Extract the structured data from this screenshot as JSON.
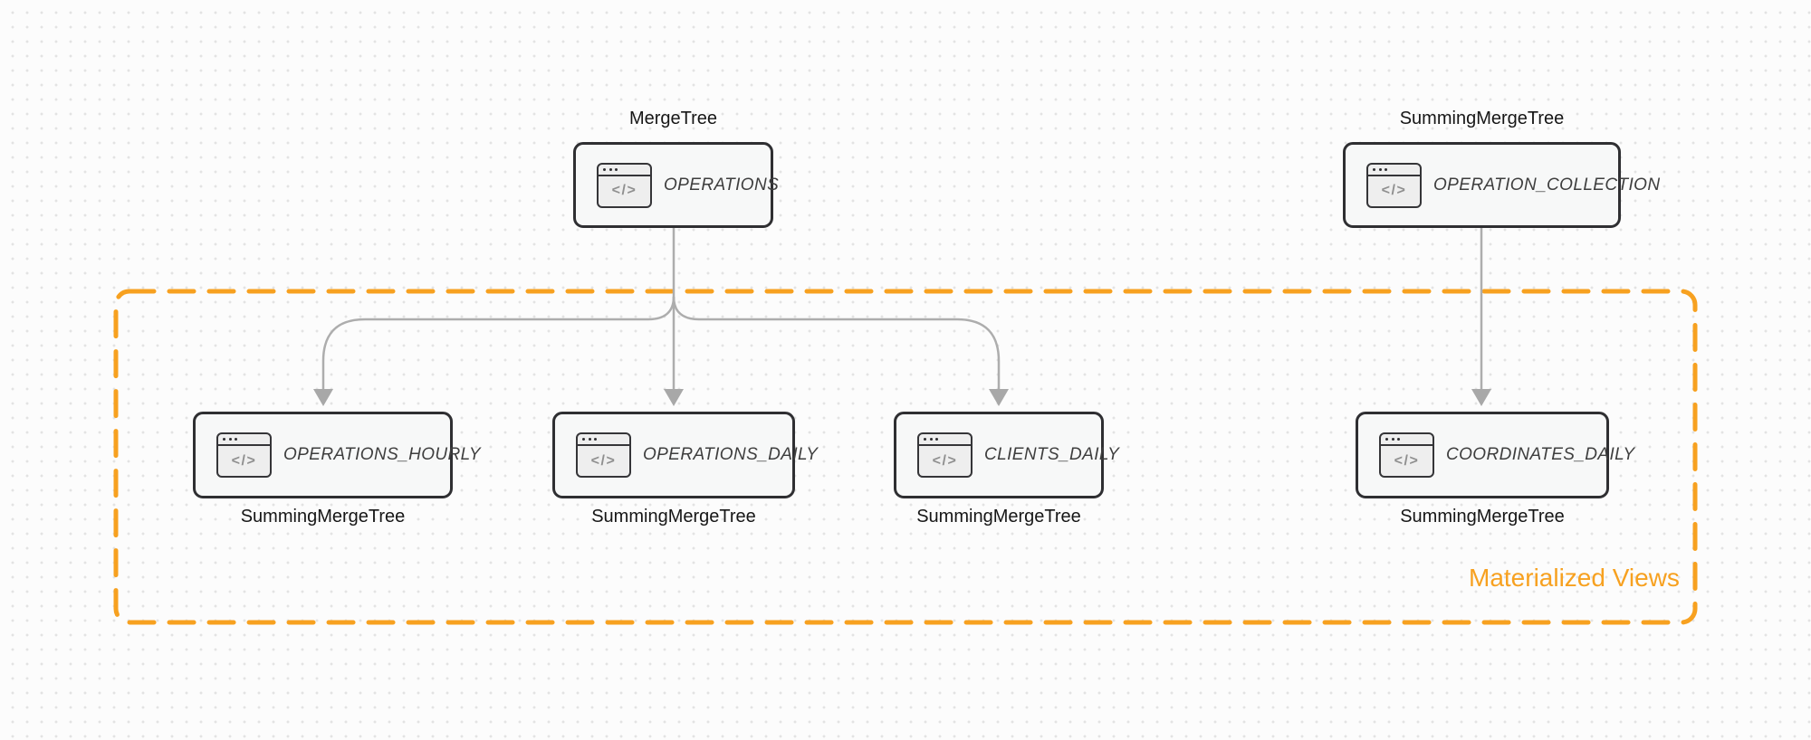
{
  "icon_glyph": "</>",
  "nodes": {
    "operations": {
      "table": "OPERATIONS",
      "engine": "MergeTree"
    },
    "operation_collection": {
      "table": "OPERATION_COLLECTION",
      "engine": "SummingMergeTree"
    },
    "operations_hourly": {
      "table": "OPERATIONS_HOURLY",
      "engine": "SummingMergeTree"
    },
    "operations_daily": {
      "table": "OPERATIONS_DAILY",
      "engine": "SummingMergeTree"
    },
    "clients_daily": {
      "table": "CLIENTS_DAILY",
      "engine": "SummingMergeTree"
    },
    "coordinates_daily": {
      "table": "COORDINATES_DAILY",
      "engine": "SummingMergeTree"
    }
  },
  "group": {
    "label": "Materialized Views",
    "border_color": "#f7a120"
  },
  "edges": [
    {
      "from": "operations",
      "to": "operations_hourly"
    },
    {
      "from": "operations",
      "to": "operations_daily"
    },
    {
      "from": "operations",
      "to": "clients_daily"
    },
    {
      "from": "operation_collection",
      "to": "coordinates_daily"
    }
  ],
  "colors": {
    "accent_orange": "#f7a120",
    "arrow_gray": "#adadad",
    "node_border": "#2f2f32",
    "node_fill": "#f7f8f8",
    "background": "#fcfcfc"
  }
}
